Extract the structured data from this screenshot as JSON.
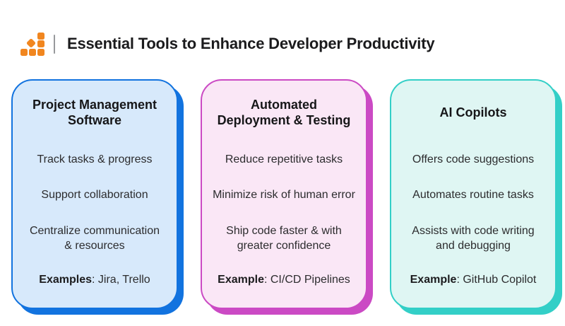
{
  "header": {
    "title": "Essential Tools to Enhance Developer Productivity",
    "logo_color": "#F1861F",
    "divider_color": "#97999C"
  },
  "cards": [
    {
      "title": "Project Management\nSoftware",
      "items": [
        "Track tasks & progress",
        "Support collaboration",
        "Centralize communication\n& resources"
      ],
      "example_label": "Examples",
      "example_rest": ": Jira, Trello",
      "colors": {
        "background": "#D7E9FB",
        "accent": "#1273DF"
      }
    },
    {
      "title": "Automated\nDeployment & Testing",
      "items": [
        "Reduce repetitive tasks",
        "Minimize risk of human error",
        "Ship code faster & with\ngreater confidence"
      ],
      "example_label": "Example",
      "example_rest": ": CI/CD Pipelines",
      "colors": {
        "background": "#FAE7F6",
        "accent": "#CB4AC4"
      }
    },
    {
      "title": "AI Copilots",
      "items": [
        "Offers code suggestions",
        "Automates routine tasks",
        "Assists with code writing\nand debugging"
      ],
      "example_label": "Example",
      "example_rest": ": GitHub Copilot",
      "colors": {
        "background": "#DFF6F3",
        "accent": "#33CFC7"
      }
    }
  ]
}
